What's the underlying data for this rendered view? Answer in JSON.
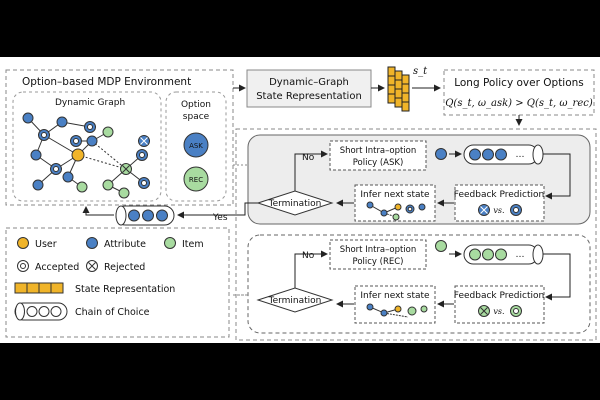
{
  "env": {
    "title": "Option–based MDP Environment",
    "dynamic_graph": "Dynamic Graph",
    "option_space": [
      "Option",
      "space"
    ],
    "ask": "ASK",
    "rec": "REC"
  },
  "state_rep": {
    "line1": "Dynamic–Graph",
    "line2": "State Representation",
    "vector_label": "s_t"
  },
  "long_policy": {
    "title": "Long Policy over Options",
    "formula": "Q(s_t, ω_ask) > Q(s_t, ω_rec)"
  },
  "ask_option": {
    "no": "No",
    "policy": [
      "Short Intra–option",
      "Policy (ASK)"
    ],
    "infer": "Infer next state",
    "feedback": "Feedback Prediction",
    "termination": "Termination",
    "vs": "vs.",
    "ellipsis": "…"
  },
  "rec_option": {
    "no": "No",
    "policy": [
      "Short Intra–option",
      "Policy (REC)"
    ],
    "infer": "Infer next state",
    "feedback": "Feedback Prediction",
    "termination": "Termination",
    "vs": "vs.",
    "ellipsis": "…"
  },
  "yes": "Yes",
  "legend": {
    "user": "User",
    "attribute": "Attribute",
    "item": "Item",
    "accepted": "Accepted",
    "rejected": "Rejected",
    "state_rep": "State Representation",
    "chain": "Chain of Choice"
  },
  "colors": {
    "user": "#f0b429",
    "attribute": "#4a80c4",
    "item": "#a8dba0",
    "panel": "#ededed"
  }
}
